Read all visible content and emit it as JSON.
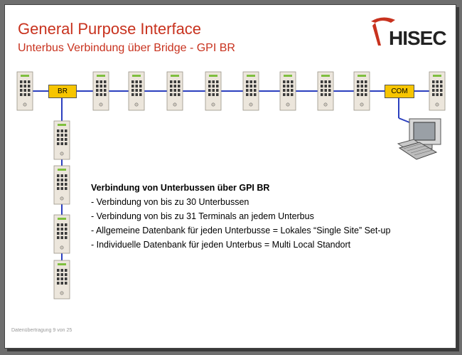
{
  "slide": {
    "title": "General Purpose Interface",
    "subtitle": "Unterbus Verbindung über Bridge - GPI BR",
    "logo_text": "HISEC",
    "footer": "Datenübertragung 9 von 25"
  },
  "diagram": {
    "bridge_label": "BR",
    "com_label": "COM"
  },
  "description": {
    "heading": "Verbindung von Unterbussen über GPI BR",
    "items": [
      "- Verbindung von bis zu 30 Unterbussen",
      "- Verbindung von bis zu 31 Terminals an jedem Unterbus",
      "- Allgemeine Datenbank für jeden Unterbusse = Lokales “Single Site” Set-up",
      "- Individuelle Datenbank für jeden Unterbus = Multi Local Standort"
    ]
  },
  "colors": {
    "title": "#c8321e",
    "bus_line": "#2b3fbf",
    "box_fill": "#f7c500",
    "terminal_fill": "#ece6dc",
    "terminal_display": "#7fbf3f"
  }
}
